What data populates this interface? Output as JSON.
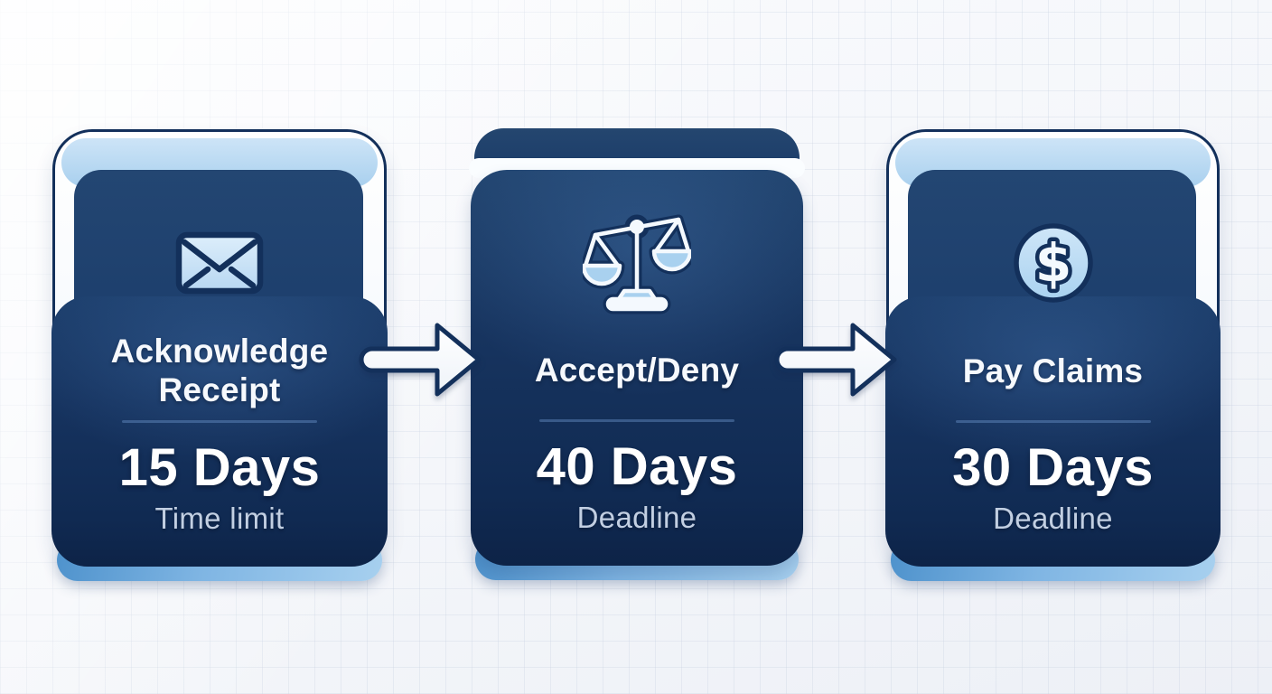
{
  "diagram": {
    "cards": [
      {
        "icon": "envelope-icon",
        "title": "Acknowledge Receipt",
        "days": "15 Days",
        "sublabel": "Time limit"
      },
      {
        "icon": "scales-icon",
        "title": "Accept/Deny",
        "days": "40 Days",
        "sublabel": "Deadline"
      },
      {
        "icon": "dollar-icon",
        "title": "Pay Claims",
        "days": "30 Days",
        "sublabel": "Deadline"
      }
    ],
    "icons": {
      "dollar_glyph": "$"
    },
    "arrows": [
      {
        "name": "arrow-right-1"
      },
      {
        "name": "arrow-right-2"
      }
    ],
    "colors": {
      "navy_border": "#13305b",
      "navy_body_top": "#1d3f6d",
      "navy_body_bottom": "#0d2347",
      "light_blue_band": "#aed2ef",
      "bottom_strip_blue": "#6ca6d9",
      "title_text": "#f6f9fd",
      "days_text": "#ffffff",
      "sublabel_text": "#c2cfe2",
      "arrow_fill": "#ffffff",
      "background": "#f4f6fa"
    }
  }
}
